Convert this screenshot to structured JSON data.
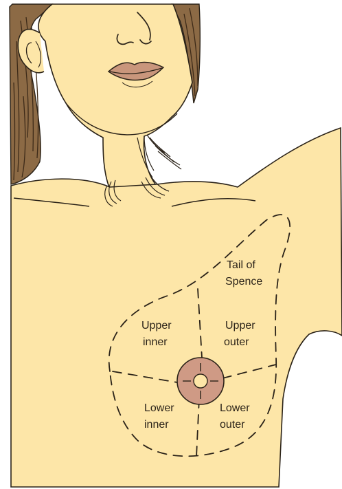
{
  "labels": {
    "tail_line1": "Tail of",
    "tail_line2": "Spence",
    "upper_inner_line1": "Upper",
    "upper_inner_line2": "inner",
    "upper_outer_line1": "Upper",
    "upper_outer_line2": "outer",
    "lower_inner_line1": "Lower",
    "lower_inner_line2": "inner",
    "lower_outer_line1": "Lower",
    "lower_outer_line2": "outer"
  },
  "colors": {
    "skin": "#fde6a8",
    "outline": "#2a2218",
    "hair": "#8c6a45",
    "lips": "#c9967c",
    "areola": "#cf9a85",
    "background": "#ffffff"
  }
}
